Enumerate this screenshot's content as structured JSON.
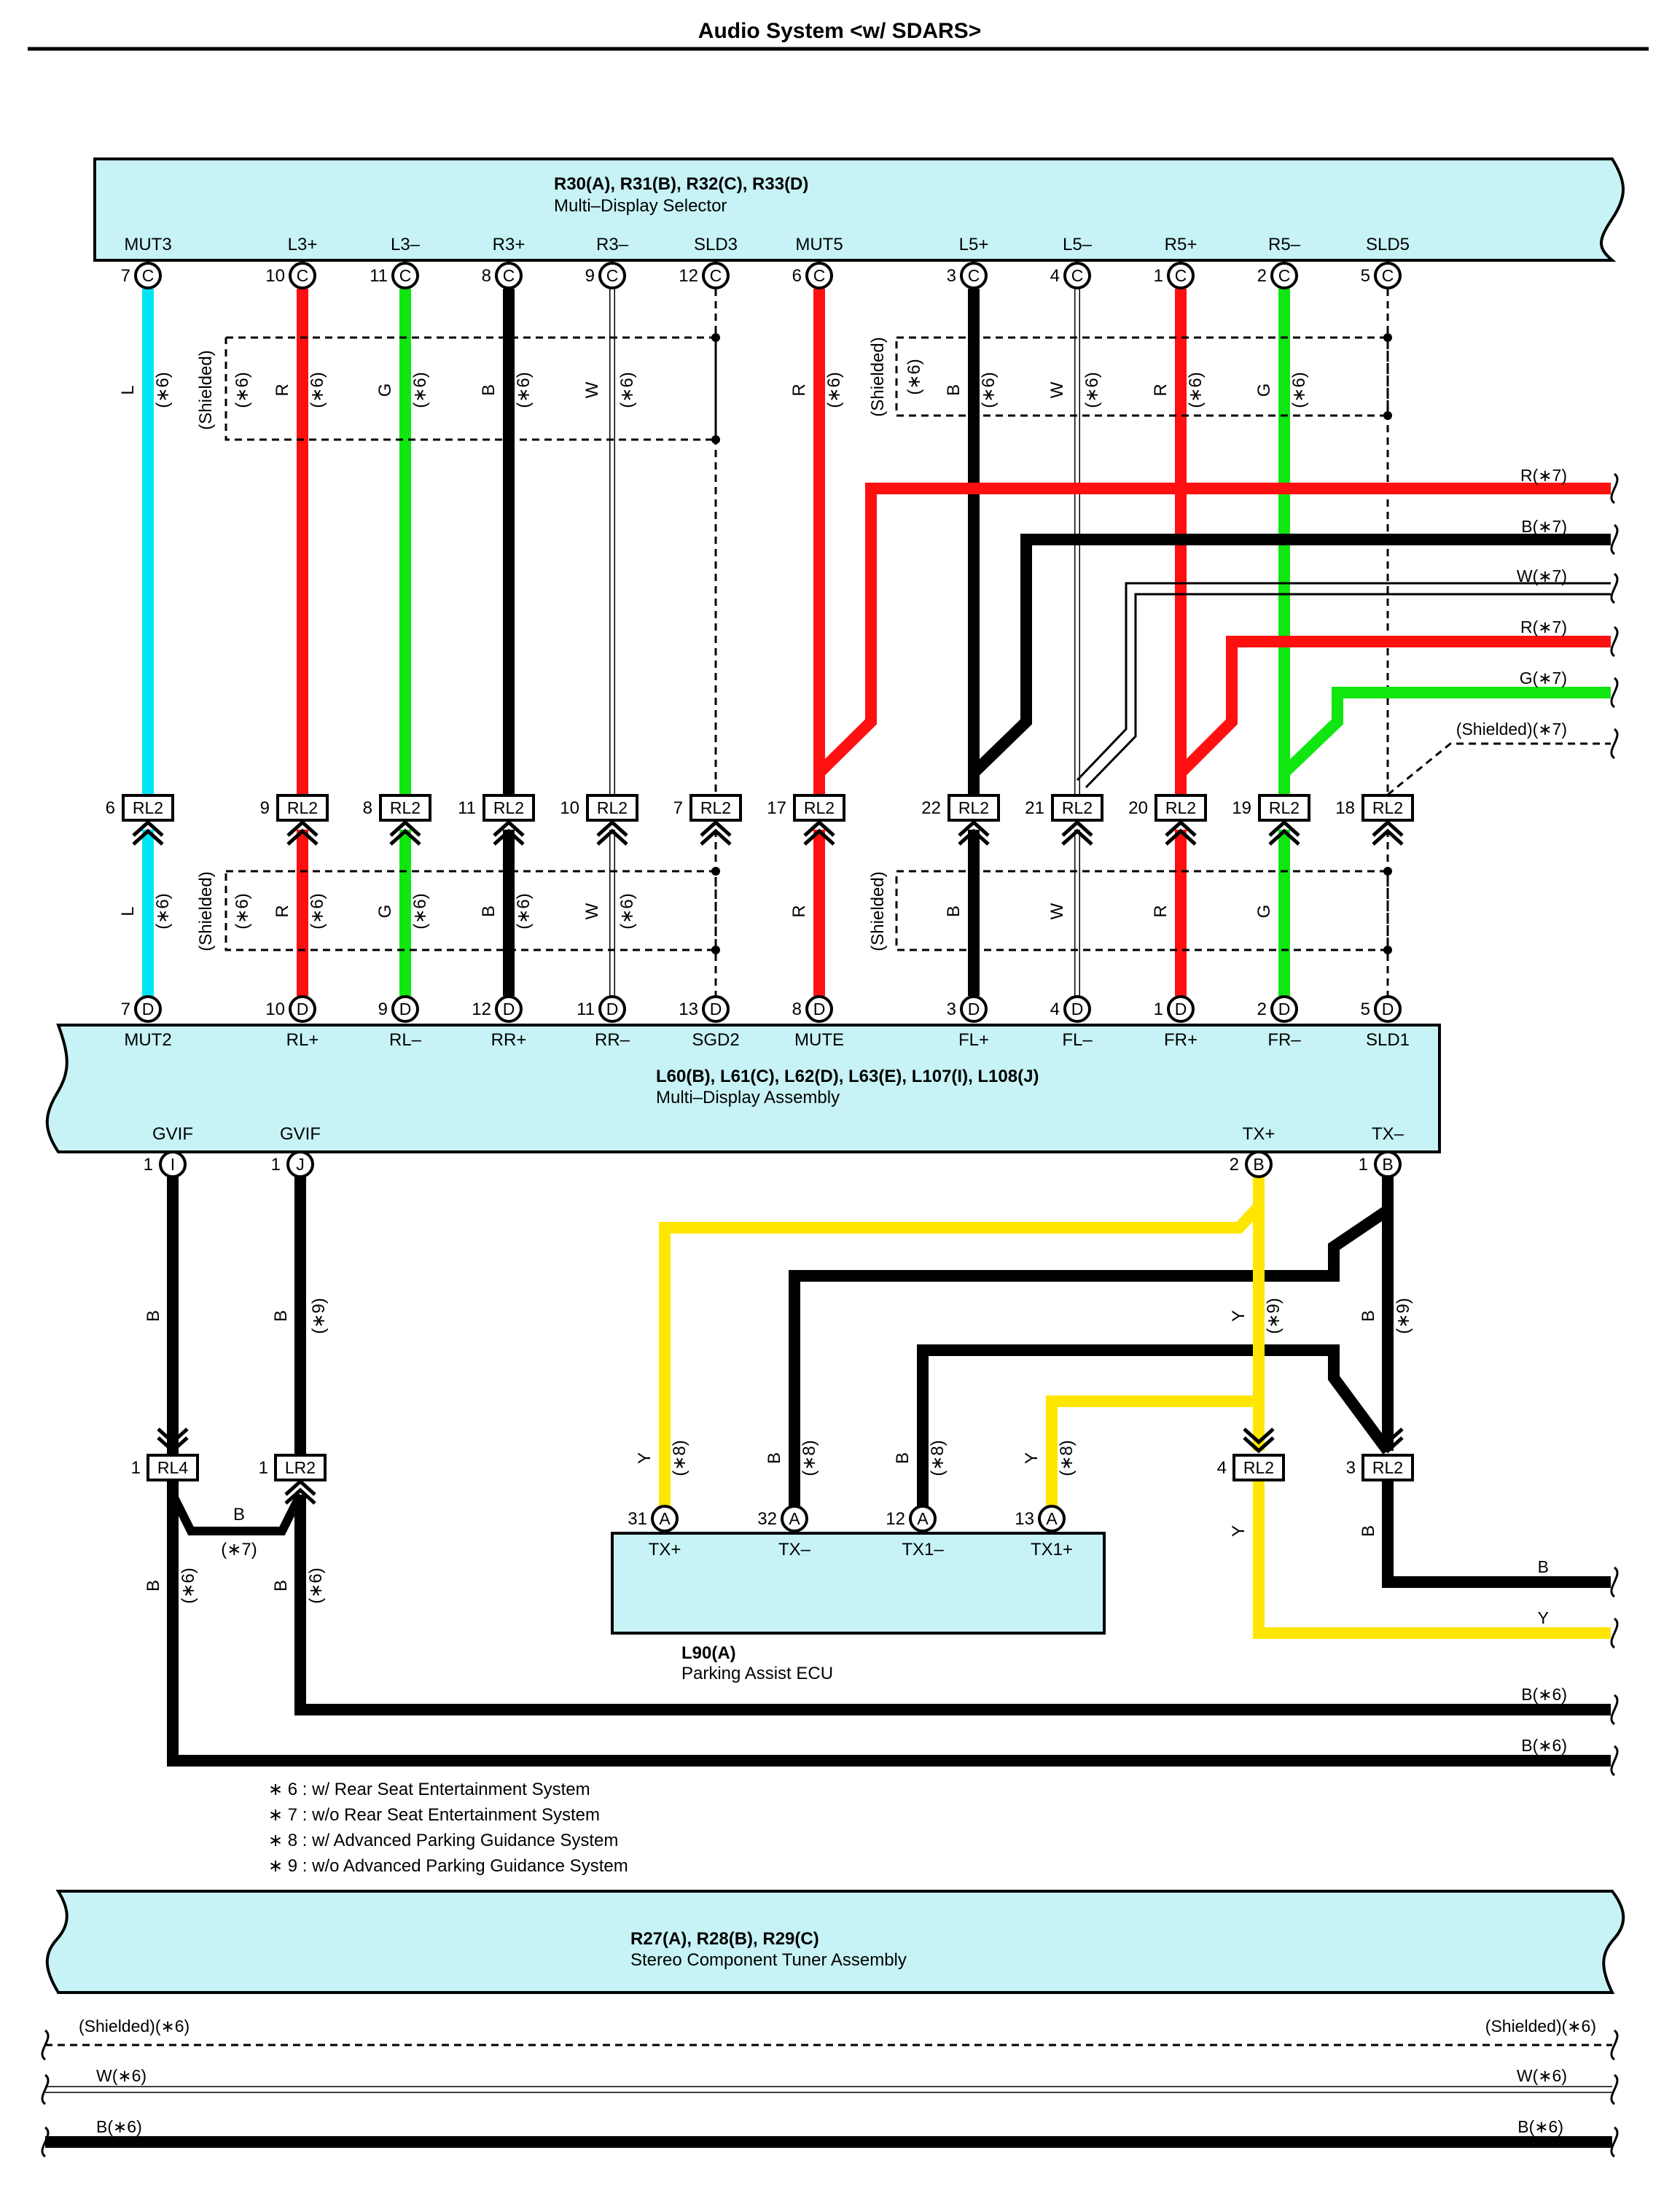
{
  "title": "Audio System <w/ SDARS>",
  "colors": {
    "L": "#00e5f5",
    "R": "#ff1010",
    "G": "#10e610",
    "B": "#000000",
    "W": "#ffffff",
    "Y": "#ffe600",
    "box": "#c7f3f6"
  },
  "components": {
    "selector": {
      "ref": "R30(A), R31(B), R32(C), R33(D)",
      "name": "Multi–Display Selector"
    },
    "assembly": {
      "ref": "L60(B), L61(C), L62(D), L63(E), L107(I), L108(J)",
      "name": "Multi–Display Assembly"
    },
    "parking": {
      "ref": "L90(A)",
      "name": "Parking Assist ECU"
    },
    "tuner": {
      "ref": "R27(A), R28(B), R29(C)",
      "name": "Stereo Component Tuner Assembly"
    }
  },
  "top_wires": [
    {
      "top_pin": "MUT3",
      "top_num": "7",
      "top_conn": "C",
      "color": "L",
      "opt": "(∗6)",
      "rl_num": "6",
      "bot_pin": "MUT2",
      "bot_num": "7",
      "bot_conn": "D"
    },
    {
      "top_pin": "L3+",
      "top_num": "10",
      "top_conn": "C",
      "color": "R",
      "opt": "(∗6)",
      "rl_num": "9",
      "bot_pin": "RL+",
      "bot_num": "10",
      "bot_conn": "D"
    },
    {
      "top_pin": "L3–",
      "top_num": "11",
      "top_conn": "C",
      "color": "G",
      "opt": "(∗6)",
      "rl_num": "8",
      "bot_pin": "RL–",
      "bot_num": "9",
      "bot_conn": "D"
    },
    {
      "top_pin": "R3+",
      "top_num": "8",
      "top_conn": "C",
      "color": "B",
      "opt": "(∗6)",
      "rl_num": "11",
      "bot_pin": "RR+",
      "bot_num": "12",
      "bot_conn": "D"
    },
    {
      "top_pin": "R3–",
      "top_num": "9",
      "top_conn": "C",
      "color": "W",
      "opt": "(∗6)",
      "rl_num": "10",
      "bot_pin": "RR–",
      "bot_num": "11",
      "bot_conn": "D"
    },
    {
      "top_pin": "SLD3",
      "top_num": "12",
      "top_conn": "C",
      "color": "",
      "opt": "",
      "rl_num": "7",
      "bot_pin": "SGD2",
      "bot_num": "13",
      "bot_conn": "D"
    },
    {
      "top_pin": "MUT5",
      "top_num": "6",
      "top_conn": "C",
      "color": "R",
      "opt": "(∗6)",
      "rl_num": "17",
      "bot_pin": "MUTE",
      "bot_num": "8",
      "bot_conn": "D"
    },
    {
      "top_pin": "L5+",
      "top_num": "3",
      "top_conn": "C",
      "color": "B",
      "opt": "(∗6)",
      "rl_num": "22",
      "bot_pin": "FL+",
      "bot_num": "3",
      "bot_conn": "D"
    },
    {
      "top_pin": "L5–",
      "top_num": "4",
      "top_conn": "C",
      "color": "W",
      "opt": "(∗6)",
      "rl_num": "21",
      "bot_pin": "FL–",
      "bot_num": "4",
      "bot_conn": "D"
    },
    {
      "top_pin": "R5+",
      "top_num": "1",
      "top_conn": "C",
      "color": "R",
      "opt": "(∗6)",
      "rl_num": "20",
      "bot_pin": "FR+",
      "bot_num": "1",
      "bot_conn": "D"
    },
    {
      "top_pin": "R5–",
      "top_num": "2",
      "top_conn": "C",
      "color": "G",
      "opt": "(∗6)",
      "rl_num": "19",
      "bot_pin": "FR–",
      "bot_num": "2",
      "bot_conn": "D"
    },
    {
      "top_pin": "SLD5",
      "top_num": "5",
      "top_conn": "C",
      "color": "",
      "opt": "",
      "rl_num": "18",
      "bot_pin": "SLD1",
      "bot_num": "5",
      "bot_conn": "D"
    }
  ],
  "connector_rl2": "RL2",
  "shielded": "(Shielded)",
  "opt6": "(∗6)",
  "right_exits": [
    "R(∗7)",
    "B(∗7)",
    "W(∗7)",
    "R(∗7)",
    "G(∗7)",
    "(Shielded)(∗7)"
  ],
  "lower": {
    "gvif_i": {
      "label": "GVIF",
      "num": "1",
      "conn": "I"
    },
    "gvif_j": {
      "label": "GVIF",
      "num": "1",
      "conn": "J"
    },
    "txp": {
      "label": "TX+",
      "num": "2",
      "conn": "B"
    },
    "txm": {
      "label": "TX–",
      "num": "1",
      "conn": "B"
    },
    "rl4": {
      "num": "1",
      "conn": "RL4"
    },
    "lr2": {
      "num": "1",
      "conn": "LR2"
    },
    "rl2_4": {
      "num": "4",
      "conn": "RL2"
    },
    "rl2_3": {
      "num": "3",
      "conn": "RL2"
    },
    "b_jump": {
      "color": "B",
      "opt": "(∗7)"
    },
    "pa_pins": [
      {
        "label": "TX+",
        "num": "31",
        "conn": "A",
        "color": "Y",
        "opt": "(∗8)"
      },
      {
        "label": "TX–",
        "num": "32",
        "conn": "A",
        "color": "B",
        "opt": "(∗8)"
      },
      {
        "label": "TX1–",
        "num": "12",
        "conn": "A",
        "color": "B",
        "opt": "(∗8)"
      },
      {
        "label": "TX1+",
        "num": "13",
        "conn": "A",
        "color": "Y",
        "opt": "(∗8)"
      }
    ],
    "exits": [
      "B",
      "Y",
      "B(∗6)",
      "B(∗6)"
    ],
    "opt9": "(∗9)"
  },
  "notes": [
    "∗ 6 : w/ Rear Seat Entertainment System",
    "∗ 7 : w/o Rear Seat Entertainment System",
    "∗ 8 : w/ Advanced Parking Guidance System",
    "∗ 9 : w/o Advanced Parking Guidance System"
  ],
  "bottom_lines": [
    {
      "left": "(Shielded)(∗6)",
      "right": "(Shielded)(∗6)"
    },
    {
      "left": "W(∗6)",
      "right": "W(∗6)"
    },
    {
      "left": "B(∗6)",
      "right": "B(∗6)"
    }
  ]
}
